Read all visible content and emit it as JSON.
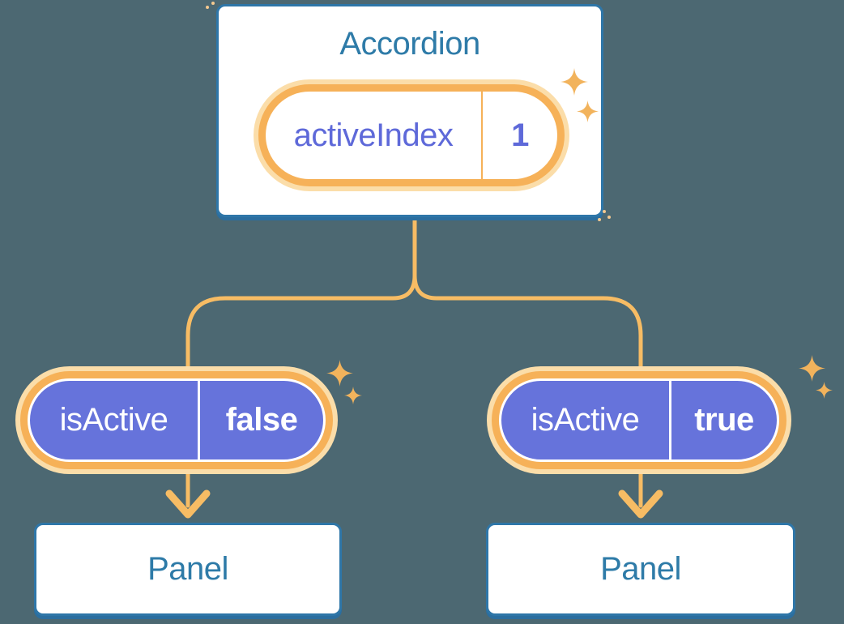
{
  "diagram": {
    "description": "React component tree: Accordion holds activeIndex state, passed to two Panels as isActive prop",
    "background": "#4C6872"
  },
  "colors": {
    "card_border_blue": "#2E76A8",
    "title_blue": "#2E7BA8",
    "state_purple_text": "#5E69D9",
    "pill_purple_fill": "#6673DB",
    "connector_orange": "#F7BC64",
    "pill_ring_orange": "#F6B158",
    "pill_ring_glow": "#FBDDA9",
    "sparkle_orange": "#F2B35C",
    "card_fill": "#FFFFFF"
  },
  "accordion": {
    "title": "Accordion",
    "state": {
      "label": "activeIndex",
      "value": "1"
    }
  },
  "branches": [
    {
      "side": "left",
      "prop": {
        "label": "isActive",
        "value": "false"
      },
      "panel": {
        "title": "Panel"
      }
    },
    {
      "side": "right",
      "prop": {
        "label": "isActive",
        "value": "true"
      },
      "panel": {
        "title": "Panel"
      }
    }
  ],
  "icons": {
    "sparkle": "four-point-star-sparkle",
    "arrow": "arrow-down"
  }
}
